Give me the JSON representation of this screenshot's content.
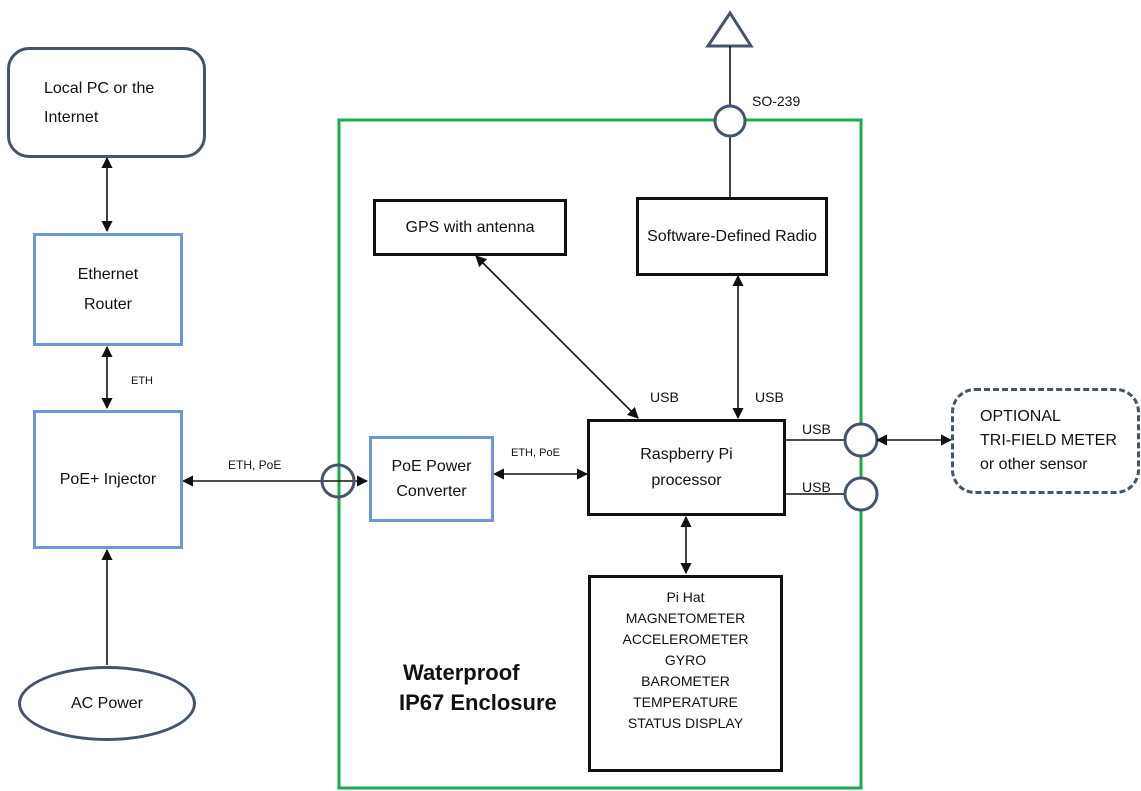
{
  "nodes": {
    "local_pc": "Local PC or the Internet",
    "router": "Ethernet Router",
    "injector": "PoE+ Injector",
    "ac_power": "AC Power",
    "poe_converter": "PoE Power Converter",
    "gps": "GPS with antenna",
    "sdr": "Software-Defined Radio",
    "rpi": "Raspberry Pi processor",
    "pi_hat_lines": [
      "Pi Hat",
      "MAGNETOMETER",
      "ACCELEROMETER",
      "GYRO",
      "BAROMETER",
      "TEMPERATURE",
      "STATUS DISPLAY"
    ],
    "optional_lines": [
      "OPTIONAL",
      "TRI-FIELD METER",
      "or other sensor"
    ]
  },
  "enclosure": {
    "line1": "Waterproof",
    "line2": "IP67  Enclosure"
  },
  "edge_labels": {
    "eth": "ETH",
    "eth_poe_left": "ETH, PoE",
    "eth_poe_inner": "ETH, PoE",
    "usb_gps": "USB",
    "usb_sdr": "USB",
    "usb_port1": "USB",
    "usb_port2": "USB",
    "so239": "SO-239"
  },
  "colors": {
    "enclosure_border": "#1aae48",
    "blue_box": "#6b98d6",
    "navy_shape": "#44546a",
    "black": "#111111"
  }
}
